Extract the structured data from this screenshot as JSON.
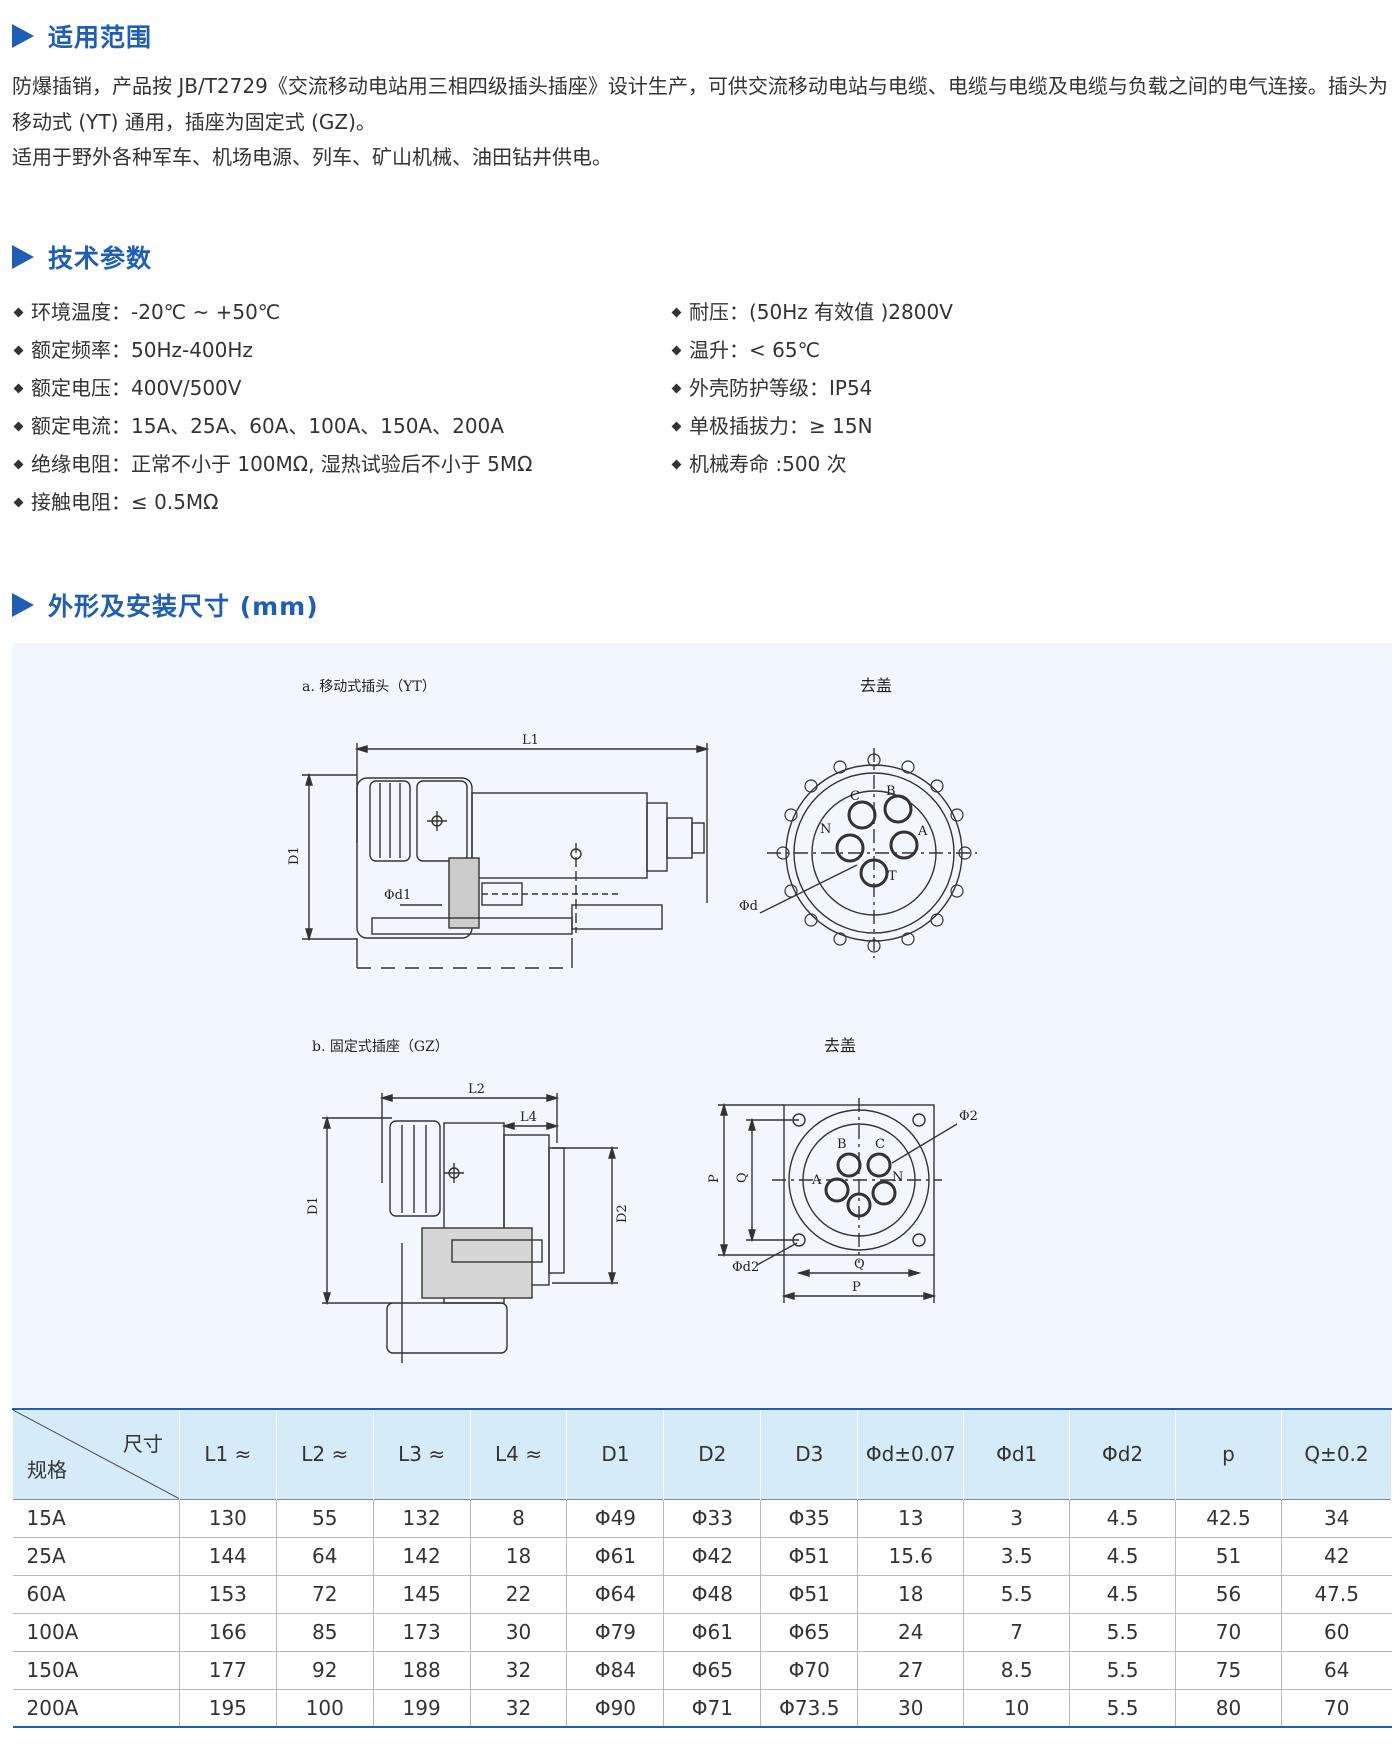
{
  "sections": {
    "scope": {
      "title": "适用范围"
    },
    "params": {
      "title": "技术参数"
    },
    "dims": {
      "title": "外形及安装尺寸 (mm)"
    }
  },
  "scope": {
    "para1": "防爆插销，产品按 JB/T2729《交流移动电站用三相四级插头插座》设计生产，可供交流移动电站与电缆、电缆与电缆及电缆与负载之间的电气连接。插头为移动式 (YT) 通用，插座为固定式 (GZ)。",
    "para2": "适用于野外各种军车、机场电源、列车、矿山机械、油田钻井供电。"
  },
  "params": {
    "left": [
      "环境温度：-20℃ ~ +50℃",
      "额定频率：50Hz-400Hz",
      "额定电压：400V/500V",
      "额定电流：15A、25A、60A、100A、150A、200A",
      "绝缘电阻：正常不小于 100MΩ, 湿热试验后不小于 5MΩ",
      "接触电阻：≤ 0.5MΩ"
    ],
    "right": [
      "耐压：(50Hz 有效值 )2800V",
      "温升：< 65℃",
      "外壳防护等级：IP54",
      "单极插拔力：≥ 15N",
      "机械寿命 :500 次"
    ]
  },
  "figure": {
    "caption_a": "a. 移动式插头（YT）",
    "caption_b": "b. 固定式插座（GZ）",
    "cover_a": "去盖",
    "cover_b": "去盖",
    "labels": {
      "L1": "L1",
      "L2": "L2",
      "L4": "L4",
      "D1": "D1",
      "D2": "D2",
      "phi_d1": "Φd1",
      "phi_d": "Φd",
      "phi_2": "Φ2",
      "phi_d2": "Φd2",
      "P": "P",
      "Q": "Q",
      "A": "A",
      "B": "B",
      "C": "C",
      "N": "N",
      "T": "T"
    }
  },
  "table": {
    "corner_top": "尺寸",
    "corner_bottom": "规格",
    "headers": [
      "L1 ≈",
      "L2 ≈",
      "L3 ≈",
      "L4 ≈",
      "D1",
      "D2",
      "D3",
      "Φd±0.07",
      "Φd1",
      "Φd2",
      "p",
      "Q±0.2"
    ],
    "rows": [
      [
        "15A",
        "130",
        "55",
        "132",
        "8",
        "Φ49",
        "Φ33",
        "Φ35",
        "13",
        "3",
        "4.5",
        "42.5",
        "34"
      ],
      [
        "25A",
        "144",
        "64",
        "142",
        "18",
        "Φ61",
        "Φ42",
        "Φ51",
        "15.6",
        "3.5",
        "4.5",
        "51",
        "42"
      ],
      [
        "60A",
        "153",
        "72",
        "145",
        "22",
        "Φ64",
        "Φ48",
        "Φ51",
        "18",
        "5.5",
        "4.5",
        "56",
        "47.5"
      ],
      [
        "100A",
        "166",
        "85",
        "173",
        "30",
        "Φ79",
        "Φ61",
        "Φ65",
        "24",
        "7",
        "5.5",
        "70",
        "60"
      ],
      [
        "150A",
        "177",
        "92",
        "188",
        "32",
        "Φ84",
        "Φ65",
        "Φ70",
        "27",
        "8.5",
        "5.5",
        "75",
        "64"
      ],
      [
        "200A",
        "195",
        "100",
        "199",
        "32",
        "Φ90",
        "Φ71",
        "Φ73.5",
        "30",
        "10",
        "5.5",
        "80",
        "70"
      ]
    ]
  },
  "colors": {
    "accent": "#1f5fb3",
    "figure_bg": "#f1f7fc",
    "table_header_bg": "#d6ebf8"
  }
}
